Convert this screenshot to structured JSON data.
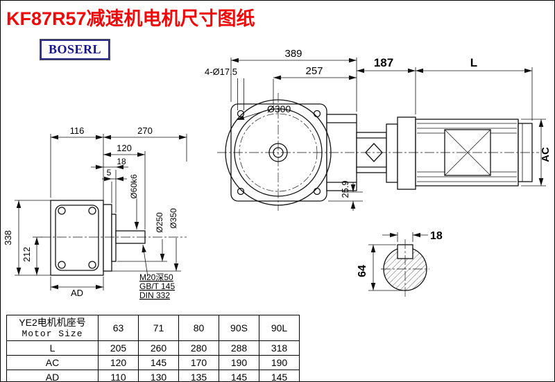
{
  "title": "KF87R57减速机电机尺寸图纸",
  "logo": "BOSERL",
  "drawing": {
    "dims": {
      "overall_width": "389",
      "flange_to_end": "257",
      "mounting_holes": "4-Ø17.5",
      "input_flange_diameter": "Ø300",
      "adapter_length": "187",
      "motor_length": "L",
      "motor_diameter": "AC",
      "foot_offset": "25.9",
      "body_width": "116",
      "body_depth": "270",
      "shaft_length": "120",
      "flange_thickness": "18",
      "spigot_depth": "5",
      "shaft_diameter": "Ø60k6",
      "spigot_diameter": "Ø250",
      "output_flange_diameter": "Ø350",
      "overall_height": "338",
      "center_height": "212",
      "body_height": "AD",
      "center_tap": "M20深50",
      "standard_gb": "GB/T 145",
      "standard_din": "DIN 332",
      "key_width": "18",
      "key_height": "64"
    }
  },
  "table": {
    "header": {
      "label_cn": "YE2电机机座号",
      "label_en": "Motor Size",
      "sizes": [
        "63",
        "71",
        "80",
        "90S",
        "90L"
      ]
    },
    "rows": [
      {
        "label": "L",
        "values": [
          "205",
          "260",
          "280",
          "288",
          "318"
        ]
      },
      {
        "label": "AC",
        "values": [
          "120",
          "145",
          "170",
          "190",
          "190"
        ]
      },
      {
        "label": "AD",
        "values": [
          "110",
          "130",
          "135",
          "145",
          "145"
        ]
      }
    ]
  }
}
